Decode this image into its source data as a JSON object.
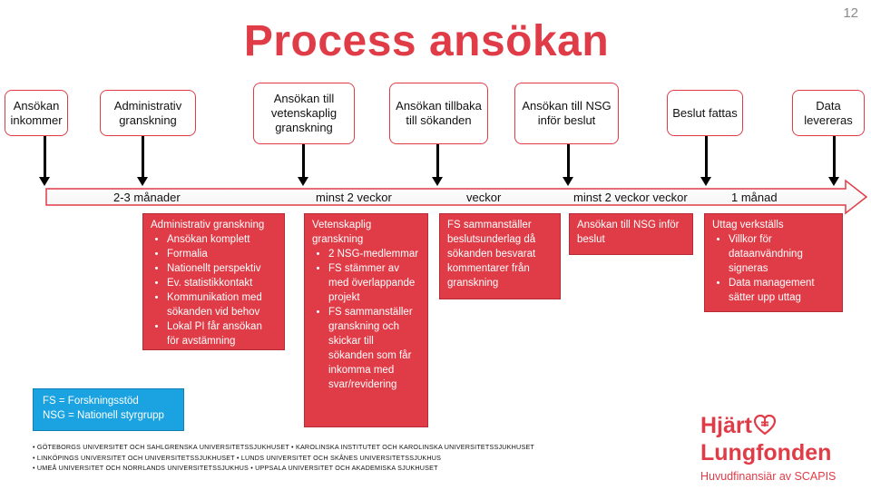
{
  "page_number": "12",
  "title": "Process ansökan",
  "stages": [
    {
      "label": "Ansökan inkommer"
    },
    {
      "label": "Administrativ granskning"
    },
    {
      "label": "Ansökan till vetenskaplig granskning"
    },
    {
      "label": "Ansökan tillbaka till sökanden"
    },
    {
      "label": "Ansökan till NSG inför beslut"
    },
    {
      "label": "Beslut fattas"
    },
    {
      "label": "Data levereras"
    }
  ],
  "durations": [
    "2-3 månader",
    "minst 2 veckor",
    "veckor",
    "minst 2 veckor veckor",
    "1 månad"
  ],
  "details": {
    "admin": {
      "heading": "Administrativ granskning",
      "items": [
        "Ansökan komplett",
        "Formalia",
        "Nationellt perspektiv",
        "Ev. statistikkontakt",
        "Kommunikation med sökanden vid behov",
        "Lokal PI får ansökan för avstämning"
      ]
    },
    "vetenskaplig": {
      "heading": "Vetenskaplig granskning",
      "items": [
        "2 NSG-medlemmar",
        "FS stämmer av med överlappande projekt",
        "FS sammanställer granskning och skickar till sökanden som får inkomma med svar/revidering"
      ]
    },
    "fs": {
      "text": "FS sammanställer beslutsunderlag då sökanden besvarat kommentarer  från granskning"
    },
    "nsg": {
      "text": "Ansökan till NSG inför beslut"
    },
    "uttag": {
      "heading": "Uttag verkställs",
      "items": [
        "Villkor för dataanvändning signeras",
        "Data management sätter upp uttag"
      ]
    }
  },
  "legend": {
    "line1": "FS = Forskningsstöd",
    "line2": "NSG = Nationell styrgrupp"
  },
  "universities": [
    "•  GÖTEBORGS UNIVERSITET  OCH SAHLGRENSKA UNIVERSITETSSJUKHUSET    •  KAROLINSKA INSTITUTET  OCH KAROLINSKA UNIVERSITETSSJUKHUSET",
    "•  LINKÖPINGS UNIVERSITET  OCH UNIVERSITETSSJUKHUSET    •  LUNDS UNIVERSITET  OCH SKÅNES UNIVERSITETSSJUKHUS",
    "•  UMEÅ UNIVERSITET  OCH NORRLANDS UNIVERSITETSSJUKHUS    •  UPPSALA UNIVERSITET  OCH AKADEMISKA SJUKHUSET"
  ],
  "logo": {
    "line1": "Hjärt",
    "line2": "Lungfonden",
    "tagline": "Huvudfinansiär av SCAPIS"
  },
  "colors": {
    "brand_red": "#e03c47",
    "legend_blue": "#1aa3e0",
    "arrow_border": "#e03c47"
  }
}
